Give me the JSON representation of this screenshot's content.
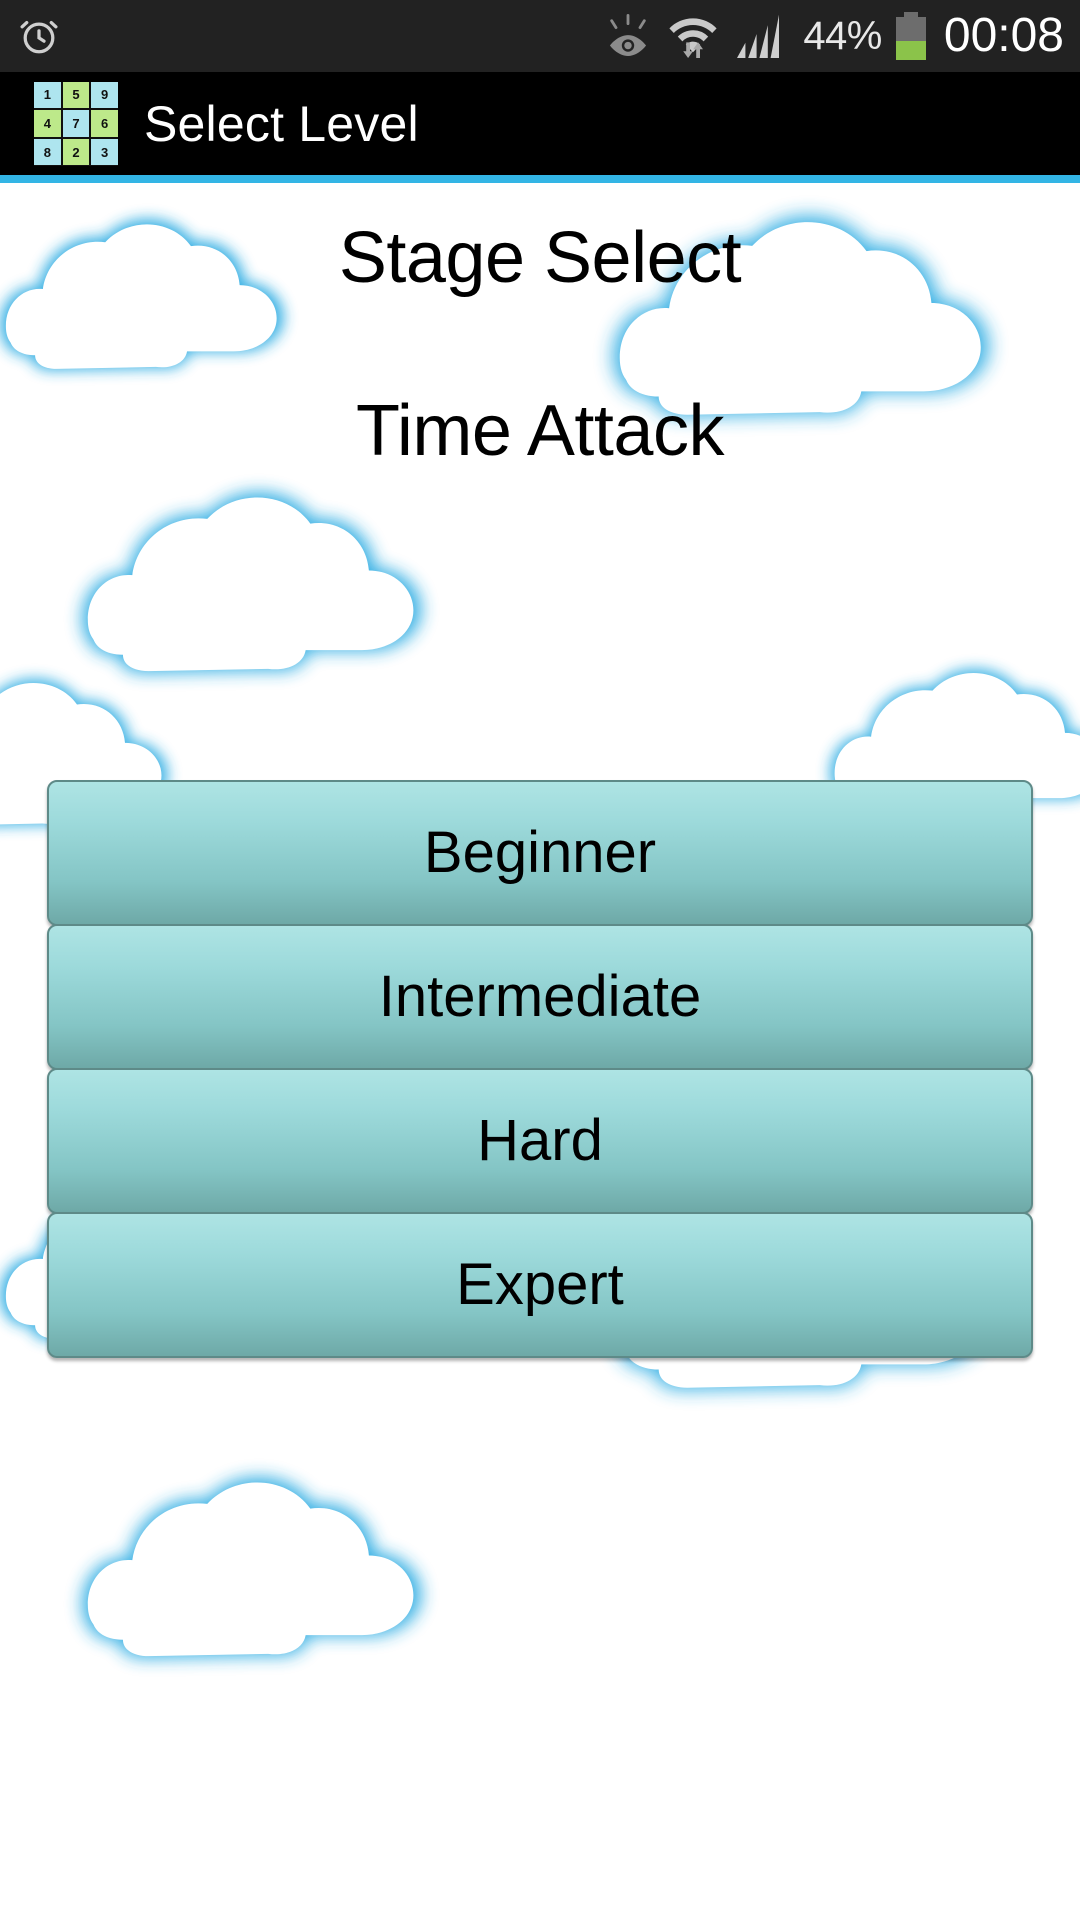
{
  "statusbar": {
    "alarm_icon": "alarm-clock-icon",
    "smart_stay_icon": "smart-stay-eye-icon",
    "wifi_icon": "wifi-icon",
    "signal_icon": "cellular-signal-icon",
    "battery_percent": "44%",
    "battery_level": 44,
    "battery_icon": "battery-icon",
    "clock": "00:08"
  },
  "actionbar": {
    "title": "Select Level",
    "icon_name": "sudoku-grid-app-icon",
    "icon_grid": [
      [
        {
          "v": "1",
          "c": "blue"
        },
        {
          "v": "5",
          "c": "green"
        },
        {
          "v": "9",
          "c": "blue"
        }
      ],
      [
        {
          "v": "4",
          "c": "green"
        },
        {
          "v": "7",
          "c": "blue"
        },
        {
          "v": "6",
          "c": "green"
        }
      ],
      [
        {
          "v": "8",
          "c": "blue"
        },
        {
          "v": "2",
          "c": "green"
        },
        {
          "v": "3",
          "c": "blue"
        }
      ]
    ],
    "accent_color": "#33b5e5",
    "background_color": "#000000"
  },
  "main": {
    "heading": "Stage Select",
    "mode": "Time Attack",
    "levels": [
      {
        "label": "Beginner"
      },
      {
        "label": "Intermediate"
      },
      {
        "label": "Hard"
      },
      {
        "label": "Expert"
      }
    ],
    "button_gradient_top": "#aee4e4",
    "button_gradient_bottom": "#6ea9a7",
    "button_border_color": "#5e8a88",
    "background_color": "#ffffff",
    "cloud_outline_color": "#29abe2"
  }
}
